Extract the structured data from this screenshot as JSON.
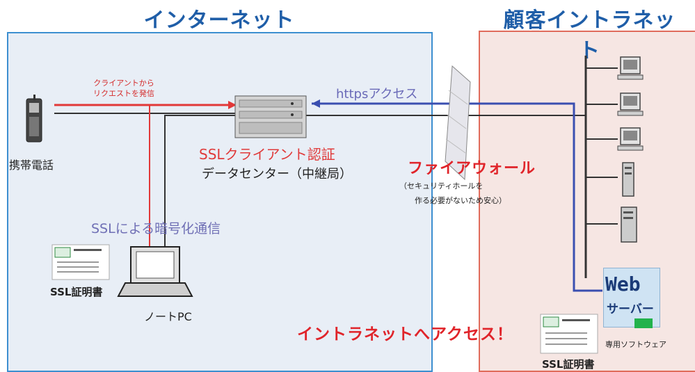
{
  "titles": {
    "internet": "インターネット",
    "intranet": "顧客イントラネット"
  },
  "labels": {
    "client_request": [
      "クライアントから",
      "リクエストを発信"
    ],
    "https_access": "httpsアクセス",
    "ssl_client_auth": "SSLクライアント認証",
    "data_center": "データセンター（中継局）",
    "firewall": "ファイアウォール",
    "firewall_note": [
      "（セキュリティホールを",
      "作る必要がないため安心）"
    ],
    "ssl_encrypted": "SSLによる暗号化通信",
    "mobile_phone": "携帯電話",
    "notebook_pc": "ノートPC",
    "ssl_cert_left": "SSL証明書",
    "ssl_cert_right": "SSL証明書",
    "intranet_access": "イントラネットへアクセス！",
    "web_server_title": "Web",
    "web_server_sub": "サーバー",
    "dedicated_software": "専用ソフトウェア"
  },
  "colors": {
    "internet_zone_fill": "#e8eef6",
    "internet_zone_border": "#3d8fd0",
    "intranet_zone_fill": "#f6e6e3",
    "intranet_zone_border": "#e06c5c",
    "request_line": "#e23838",
    "https_line": "#3a4fb0",
    "connection_line": "#333333",
    "title_blue": "#1f5ea8"
  },
  "icons": [
    "mobile-phone-icon",
    "datacenter-server-icon",
    "firewall-icon",
    "notebook-pc-icon",
    "ssl-certificate-icon",
    "desktop-pc-icon",
    "tower-server-icon",
    "web-server-icon"
  ]
}
